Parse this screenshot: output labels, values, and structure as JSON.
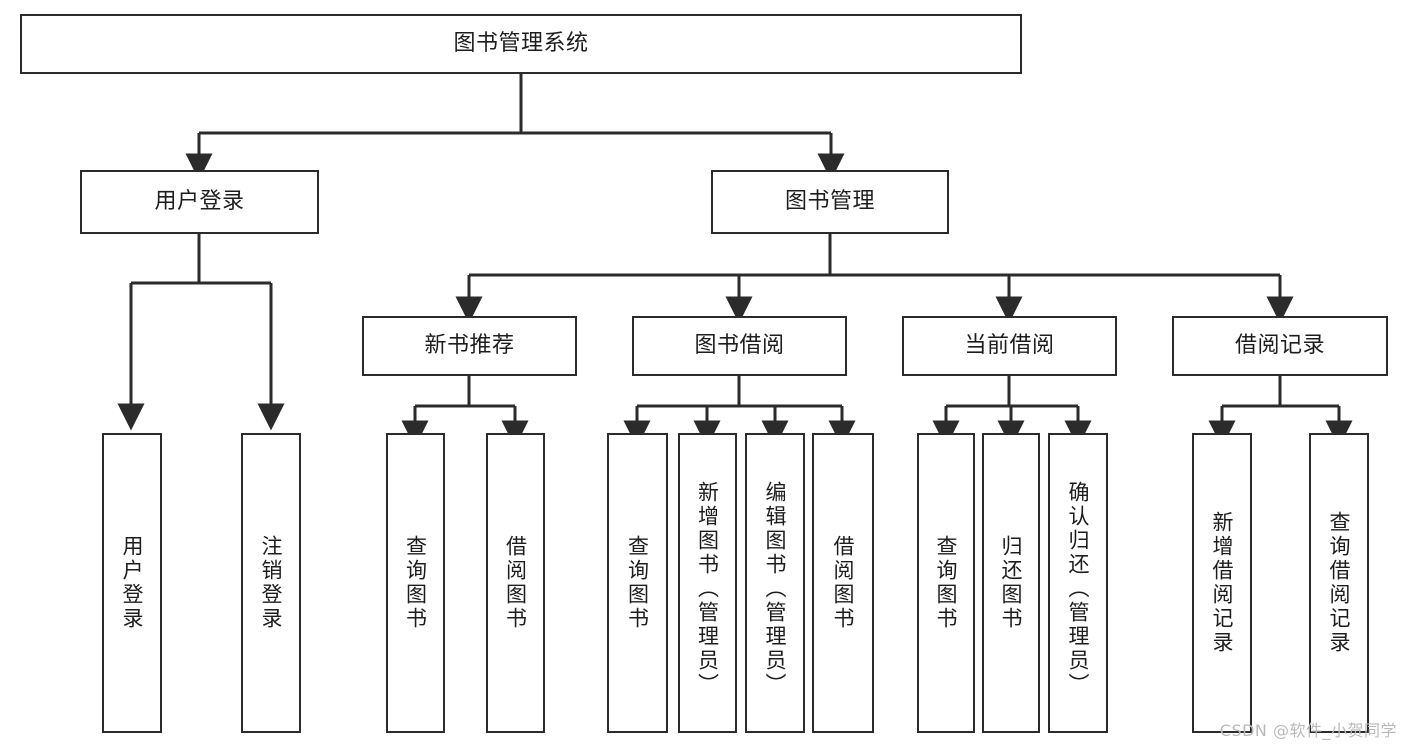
{
  "diagram": {
    "title": "图书管理系统",
    "watermark": "CSDN @软件_小贺同学",
    "line_color": "#2b2b2b",
    "box_fill": "#ffffff",
    "text_color": "#1d1d1d",
    "watermark_color": "#b9b9b9"
  },
  "nodes": {
    "root": {
      "label": "图书管理系统",
      "level": 1,
      "orientation": "horizontal"
    },
    "l2": [
      {
        "label": "用户登录",
        "orientation": "horizontal"
      },
      {
        "label": "图书管理",
        "orientation": "horizontal"
      }
    ],
    "l3": [
      {
        "label": "新书推荐",
        "orientation": "horizontal"
      },
      {
        "label": "图书借阅",
        "orientation": "horizontal"
      },
      {
        "label": "当前借阅",
        "orientation": "horizontal"
      },
      {
        "label": "借阅记录",
        "orientation": "horizontal"
      }
    ],
    "leaves_user_login": [
      {
        "label": "用户登录",
        "orientation": "vertical"
      },
      {
        "label": "注销登录",
        "orientation": "vertical"
      }
    ],
    "leaves_new_book": [
      {
        "label": "查询图书",
        "orientation": "vertical"
      },
      {
        "label": "借阅图书",
        "orientation": "vertical"
      }
    ],
    "leaves_borrow": [
      {
        "label": "查询图书",
        "orientation": "vertical"
      },
      {
        "label": "新增图书（管理员）",
        "orientation": "vertical"
      },
      {
        "label": "编辑图书（管理员）",
        "orientation": "vertical"
      },
      {
        "label": "借阅图书",
        "orientation": "vertical"
      }
    ],
    "leaves_current": [
      {
        "label": "查询图书",
        "orientation": "vertical"
      },
      {
        "label": "归还图书",
        "orientation": "vertical"
      },
      {
        "label": "确认归还（管理员）",
        "orientation": "vertical"
      }
    ],
    "leaves_records": [
      {
        "label": "新增借阅记录",
        "orientation": "vertical"
      },
      {
        "label": "查询借阅记录",
        "orientation": "vertical"
      }
    ]
  },
  "chart_data": {
    "type": "diagram",
    "subtype": "tree-hierarchy",
    "title": "图书管理系统",
    "orientation": "top-down",
    "tree": {
      "name": "图书管理系统",
      "children": [
        {
          "name": "用户登录",
          "children": [
            {
              "name": "用户登录",
              "children": []
            },
            {
              "name": "注销登录",
              "children": []
            }
          ]
        },
        {
          "name": "图书管理",
          "children": [
            {
              "name": "新书推荐",
              "children": [
                {
                  "name": "查询图书",
                  "children": []
                },
                {
                  "name": "借阅图书",
                  "children": []
                }
              ]
            },
            {
              "name": "图书借阅",
              "children": [
                {
                  "name": "查询图书",
                  "children": []
                },
                {
                  "name": "新增图书（管理员）",
                  "children": []
                },
                {
                  "name": "编辑图书（管理员）",
                  "children": []
                },
                {
                  "name": "借阅图书",
                  "children": []
                }
              ]
            },
            {
              "name": "当前借阅",
              "children": [
                {
                  "name": "查询图书",
                  "children": []
                },
                {
                  "name": "归还图书",
                  "children": []
                },
                {
                  "name": "确认归还（管理员）",
                  "children": []
                }
              ]
            },
            {
              "name": "借阅记录",
              "children": [
                {
                  "name": "新增借阅记录",
                  "children": []
                },
                {
                  "name": "查询借阅记录",
                  "children": []
                }
              ]
            }
          ]
        }
      ]
    },
    "edge_style": "orthogonal-with-arrowheads",
    "legend": [],
    "annotations": [
      "CSDN @软件_小贺同学"
    ]
  }
}
